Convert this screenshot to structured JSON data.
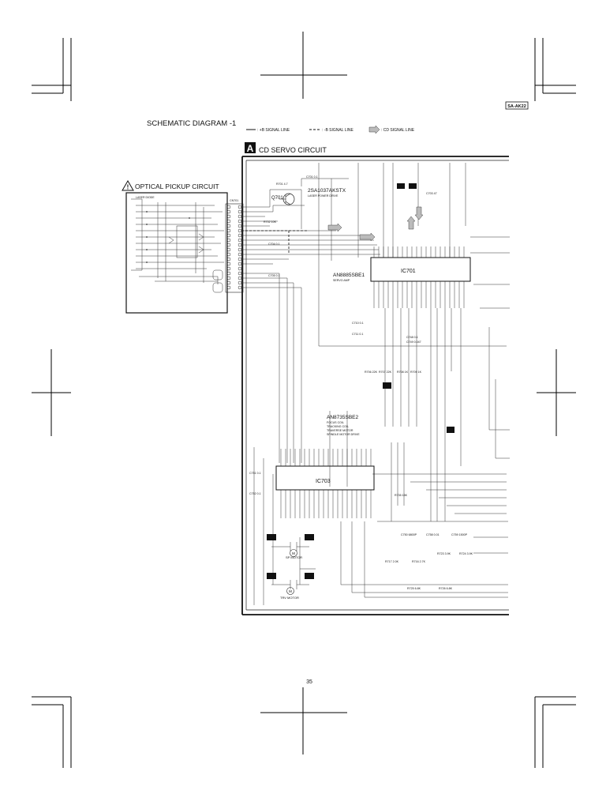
{
  "header": {
    "model_badge": "SA-AK22",
    "title": "SCHEMATIC DIAGRAM -1",
    "legend": [
      {
        "label": ": +B SIGNAL LINE"
      },
      {
        "label": ": -B SIGNAL LINE"
      },
      {
        "label": ": CD SIGNAL LINE"
      }
    ]
  },
  "sections": {
    "servo_letter": "A",
    "servo_title": "CD SERVO CIRCUIT",
    "pickup_title": "OPTICAL PICKUP CIRCUIT",
    "pickup_sub": "LASER DIODE"
  },
  "ics": [
    {
      "ref": "IC701",
      "part": "AN8885SBE1",
      "desc": "SERVO AMP"
    },
    {
      "ref": "IC703",
      "part": "AN8735SBE2",
      "desc_lines": [
        "FOCUS COIL",
        "TRACKING COIL",
        "TRAVERSE MOTOR",
        "SPINDLE MOTOR DRIVE"
      ]
    }
  ],
  "transistor": {
    "ref": "Q701",
    "part": "2SA1037AKSTX",
    "desc": "LASER POWER DRIVE"
  },
  "connector": {
    "ref": "CN701"
  },
  "motors": [
    {
      "label": "SP MOTOR"
    },
    {
      "label": "TRV MOTOR"
    }
  ],
  "components": [
    {
      "ref": "R701",
      "value": "4.7"
    },
    {
      "ref": "C701",
      "value": "0.1"
    },
    {
      "ref": "C703",
      "value": "47"
    },
    {
      "ref": "R702",
      "value": "10K"
    },
    {
      "ref": "C704",
      "value": "0.1"
    },
    {
      "ref": "C705",
      "value": "0.1"
    },
    {
      "ref": "C710",
      "value": "0.1"
    },
    {
      "ref": "C711",
      "value": "0.1"
    },
    {
      "ref": "R706",
      "value": "22K"
    },
    {
      "ref": "R707",
      "value": "22K"
    },
    {
      "ref": "R708",
      "value": "1K"
    },
    {
      "ref": "R709",
      "value": "1K"
    },
    {
      "ref": "C748",
      "value": "0.1"
    },
    {
      "ref": "C749",
      "value": "0.047"
    },
    {
      "ref": "C751",
      "value": "0.1"
    },
    {
      "ref": "C752",
      "value": "0.1"
    },
    {
      "ref": "R735",
      "value": "15K"
    },
    {
      "ref": "C750",
      "value": "6800P"
    },
    {
      "ref": "R717",
      "value": "2.0K"
    },
    {
      "ref": "R716",
      "value": "2.7K"
    },
    {
      "ref": "R723",
      "value": "3.9K"
    },
    {
      "ref": "R724",
      "value": "3.9K"
    },
    {
      "ref": "R725",
      "value": "6.8K"
    },
    {
      "ref": "R726",
      "value": "6.8K"
    },
    {
      "ref": "C758",
      "value": "0.01"
    },
    {
      "ref": "C759",
      "value": "1500P"
    }
  ],
  "page_number": "35"
}
